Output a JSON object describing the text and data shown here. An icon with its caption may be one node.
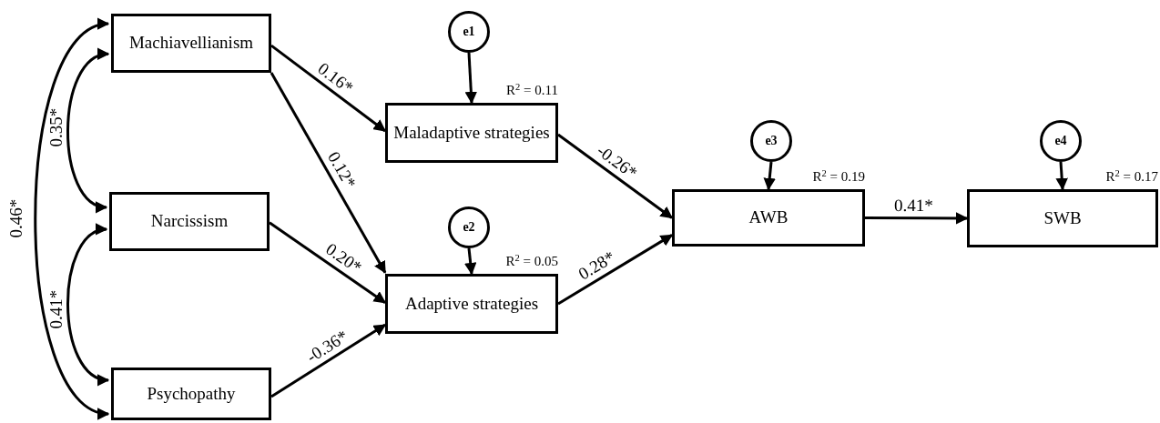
{
  "diagram": {
    "nodes": [
      {
        "text": [
          "Machiavellianism"
        ]
      },
      {
        "text": [
          "Narcissism"
        ]
      },
      {
        "text": [
          "Psychopathy"
        ]
      },
      {
        "text": [
          "e1"
        ]
      },
      {
        "text": [
          "Maladaptive strategies"
        ],
        "beside": [
          "R$^{2}$ = 0.11"
        ]
      },
      {
        "text": [
          "e2"
        ]
      },
      {
        "text": [
          "Adaptive strategies"
        ],
        "beside": [
          "R$^{2}$ = 0.05"
        ]
      },
      {
        "text": [
          "e3"
        ]
      },
      {
        "text": [
          "AWB"
        ],
        "beside": [
          "R$^{2}$ = 0.19"
        ]
      },
      {
        "text": [
          "e4"
        ]
      },
      {
        "text": [
          "SWB"
        ],
        "beside": [
          "R$^{2}$ = 0.17"
        ]
      }
    ],
    "edges": [
      {
        "from": 0,
        "to": 4,
        "arrow": "to",
        "label": "0.16*"
      },
      {
        "from": 0,
        "to": 6,
        "arrow": "to",
        "label": "0.12*"
      },
      {
        "from": 1,
        "to": 6,
        "arrow": "to",
        "label": "0.20*"
      },
      {
        "from": 2,
        "to": 6,
        "arrow": "to",
        "label": "-0.36*"
      },
      {
        "from": 3,
        "to": 4,
        "arrow": "to"
      },
      {
        "from": 5,
        "to": 6,
        "arrow": "to"
      },
      {
        "from": 4,
        "to": 8,
        "arrow": "to",
        "label": "-0.26*"
      },
      {
        "from": 6,
        "to": 8,
        "arrow": "to",
        "label": "0.28*"
      },
      {
        "from": 7,
        "to": 8,
        "arrow": "to"
      },
      {
        "from": 8,
        "to": 10,
        "arrow": "to",
        "label": "0.41*"
      },
      {
        "from": 9,
        "to": 10,
        "arrow": "to"
      },
      {
        "from": 0,
        "to": 1,
        "arrow": "both",
        "label": "0.35*"
      },
      {
        "from": 1,
        "to": 2,
        "arrow": "both",
        "label": "0.41*"
      },
      {
        "from": 0,
        "to": 2,
        "arrow": "both",
        "label": "0.46*"
      }
    ]
  }
}
